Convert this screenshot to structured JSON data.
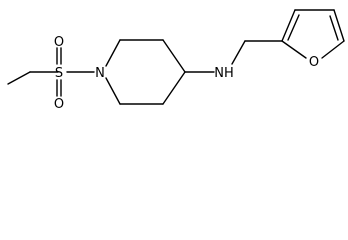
{
  "molecule": {
    "atoms": {
      "sulfur": "S",
      "oxygen_top": "O",
      "oxygen_bottom": "O",
      "ring_nitrogen": "N",
      "amine": "NH",
      "furan_oxygen": "O"
    }
  }
}
